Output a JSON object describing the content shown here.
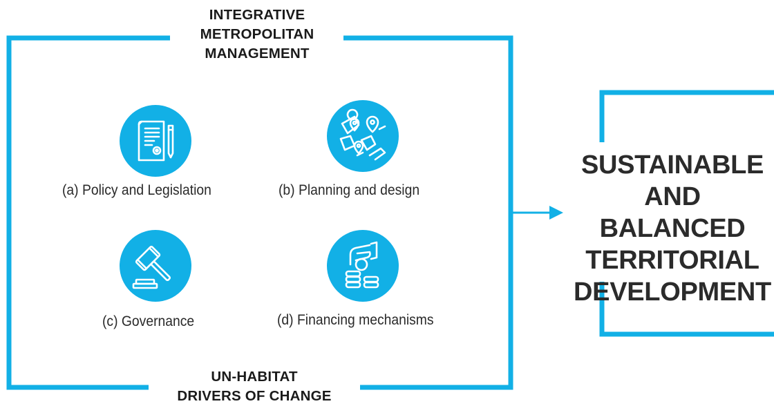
{
  "top_title": [
    "INTEGRATIVE",
    "METROPOLITAN",
    "MANAGEMENT"
  ],
  "bottom_title": [
    "UN-HABITAT",
    "DRIVERS OF CHANGE"
  ],
  "outcome": [
    "SUSTAINABLE",
    "AND BALANCED",
    "TERRITORIAL",
    "DEVELOPMENT"
  ],
  "items": [
    {
      "label": "(a) Policy and Legislation",
      "icon": "document-pen-icon"
    },
    {
      "label": "(b) Planning and design",
      "icon": "city-map-pins-icon"
    },
    {
      "label": "(c) Governance",
      "icon": "gavel-icon"
    },
    {
      "label": "(d) Financing mechanisms",
      "icon": "hand-coins-icon"
    }
  ],
  "colors": {
    "accent": "#12b0e6",
    "text": "#2a2a2a"
  }
}
